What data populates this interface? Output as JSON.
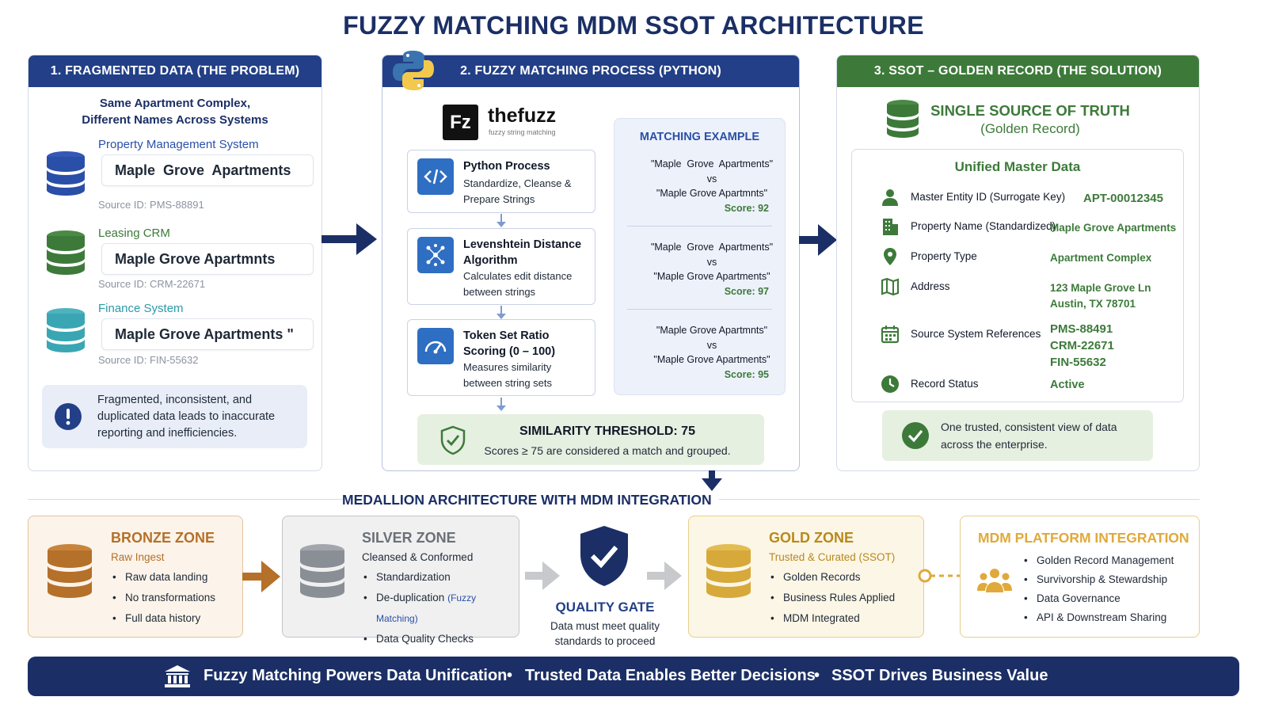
{
  "title": "FUZZY MATCHING MDM SSOT ARCHITECTURE",
  "panel1": {
    "header": "1. FRAGMENTED DATA (THE PROBLEM)",
    "subtitle_line1": "Same Apartment Complex,",
    "subtitle_line2": "Different Names Across Systems",
    "systems": [
      {
        "name": "Property Management System",
        "value": "Maple  Grove  Apartments",
        "source": "Source ID: PMS-88891",
        "color": "#2a4fa8"
      },
      {
        "name": "Leasing CRM",
        "value": "Maple Grove Apartmnts",
        "source": "Source ID: CRM-22671",
        "color": "#3d7a3a"
      },
      {
        "name": "Finance System",
        "value": "Maple Grove Apartments \"",
        "source": "Source ID: FIN-55632",
        "color": "#2b9aa8"
      }
    ],
    "alert": "Fragmented, inconsistent, and duplicated data leads to inaccurate reporting and inefficiencies."
  },
  "panel2": {
    "header": "2. FUZZY MATCHING PROCESS (PYTHON)",
    "logo_text": "thefuzz",
    "logo_sub": "fuzzy string matching",
    "logo_mark": "Fz",
    "steps": [
      {
        "title": "Python Process",
        "desc": "Standardize, Cleanse & Prepare Strings"
      },
      {
        "title": "Levenshtein Distance Algorithm",
        "desc": "Calculates edit distance between strings"
      },
      {
        "title": "Token Set Ratio Scoring (0 – 100)",
        "desc": "Measures similarity between string sets"
      }
    ],
    "example": {
      "header": "MATCHING EXAMPLE",
      "pairs": [
        {
          "a": "\"Maple  Grove  Apartments\"",
          "vs": "vs",
          "b": "\"Maple Grove Apartmnts\"",
          "score": "Score: 92"
        },
        {
          "a": "\"Maple  Grove  Apartments\"",
          "vs": "vs",
          "b": "\"Maple Grove Apartments\"",
          "score": "Score: 97"
        },
        {
          "a": "\"Maple Grove Apartmnts\"",
          "vs": "vs",
          "b": "\"Maple Grove Apartments\"",
          "score": "Score: 95"
        }
      ]
    },
    "threshold_title": "SIMILARITY THRESHOLD: 75",
    "threshold_desc": "Scores ≥ 75 are considered a match and grouped."
  },
  "panel3": {
    "header": "3. SSOT – GOLDEN RECORD (THE SOLUTION)",
    "title_line1": "SINGLE SOURCE OF TRUTH",
    "title_line2": "(Golden Record)",
    "card_title": "Unified Master Data",
    "fields": [
      {
        "label": "Master Entity ID (Surrogate Key)",
        "value": "APT-00012345",
        "icon": "user-icon"
      },
      {
        "label": "Property Name (Standardized)",
        "value": "Maple Grove Apartments",
        "icon": "building-icon"
      },
      {
        "label": "Property Type",
        "value": "Apartment Complex",
        "icon": "location-pin-icon"
      },
      {
        "label": "Address",
        "value": "123 Maple Grove Ln",
        "value2": "Austin, TX 78701",
        "icon": "map-icon"
      },
      {
        "label": "Source System References",
        "value": "PMS-88491",
        "value2": "CRM-22671",
        "value3": "FIN-55632",
        "icon": "calendar-icon"
      },
      {
        "label": "Record Status",
        "value": "Active",
        "icon": "clock-icon"
      }
    ],
    "trusted": "One trusted, consistent view of data across the enterprise."
  },
  "medallion": {
    "title": "MEDALLION ARCHITECTURE WITH MDM INTEGRATION",
    "bronze": {
      "title": "BRONZE ZONE",
      "sub": "Raw Ingest",
      "items": [
        "Raw data landing",
        "No transformations",
        "Full data history"
      ]
    },
    "silver": {
      "title": "SILVER ZONE",
      "sub": "Cleansed & Conformed",
      "items": [
        "Standardization",
        "De-duplication",
        "Data Quality Checks"
      ],
      "dedup_note": "(Fuzzy Matching)"
    },
    "gate": {
      "title": "QUALITY GATE",
      "desc_line1": "Data must meet quality",
      "desc_line2": "standards to proceed"
    },
    "gold": {
      "title": "GOLD ZONE",
      "sub": "Trusted & Curated (SSOT)",
      "items": [
        "Golden Records",
        "Business Rules Applied",
        "MDM Integrated"
      ]
    },
    "mdm": {
      "title": "MDM PLATFORM INTEGRATION",
      "items": [
        "Golden Record Management",
        "Survivorship & Stewardship",
        "Data Governance",
        "API & Downstream Sharing"
      ]
    }
  },
  "footer": {
    "part1": "Fuzzy Matching Powers Data Unification",
    "part2": "Trusted Data Enables Better Decisions",
    "part3": "SSOT Drives Business Value",
    "sep": "•"
  },
  "colors": {
    "navy": "#1b2f66",
    "header_blue": "#223f87",
    "green": "#3d7a3a",
    "bronze": "#b5702a",
    "silver": "#8a8f96",
    "gold": "#c79a2a"
  }
}
